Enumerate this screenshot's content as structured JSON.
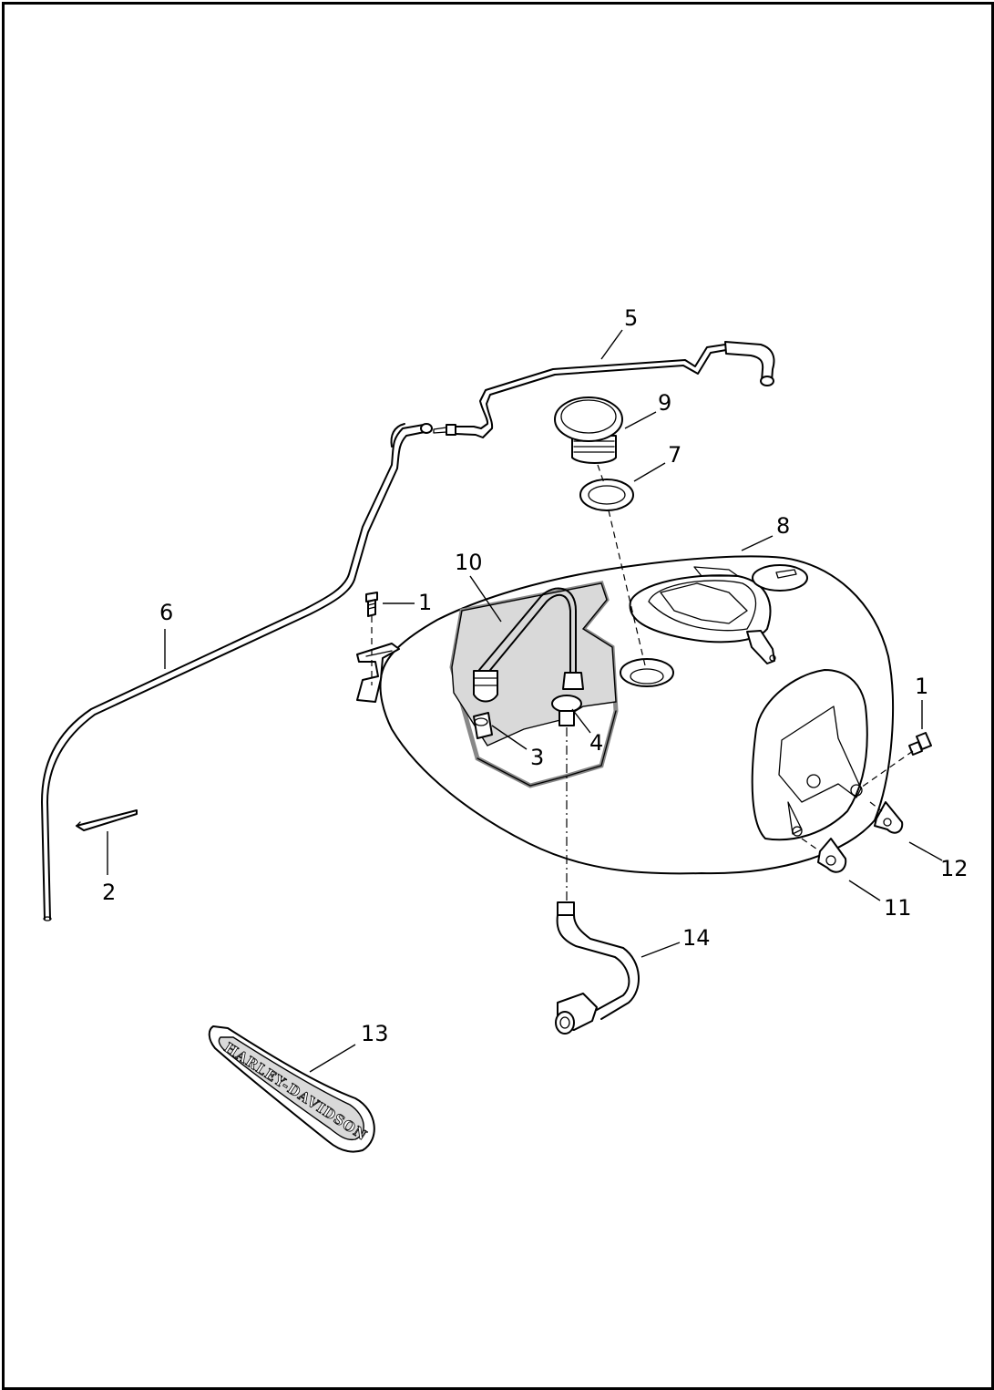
{
  "callouts": [
    {
      "id": "c1a",
      "label": "1"
    },
    {
      "id": "c1b",
      "label": "1"
    },
    {
      "id": "c2",
      "label": "2"
    },
    {
      "id": "c3",
      "label": "3"
    },
    {
      "id": "c4",
      "label": "4"
    },
    {
      "id": "c5",
      "label": "5"
    },
    {
      "id": "c6",
      "label": "6"
    },
    {
      "id": "c7",
      "label": "7"
    },
    {
      "id": "c8",
      "label": "8"
    },
    {
      "id": "c9",
      "label": "9"
    },
    {
      "id": "c10",
      "label": "10"
    },
    {
      "id": "c11",
      "label": "11"
    },
    {
      "id": "c12",
      "label": "12"
    },
    {
      "id": "c13",
      "label": "13"
    },
    {
      "id": "c14",
      "label": "14"
    }
  ],
  "emblem": {
    "text": "HARLEY-DAVIDSON"
  }
}
